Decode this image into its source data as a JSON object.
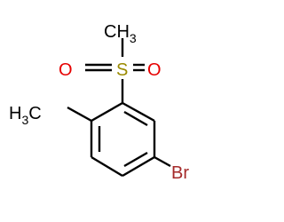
{
  "molecule": {
    "atoms": {
      "methyl_top": {
        "main": "CH",
        "sub": "3"
      },
      "sulfur": "S",
      "oxygen_left": "O",
      "oxygen_right": "O",
      "methyl_left": {
        "main": "H",
        "sub": "3",
        "tail": "C"
      },
      "bromine": "Br"
    }
  },
  "colors": {
    "bond": "#000000",
    "carbon": "#000000",
    "sulfur": "#9a8a00",
    "oxygen": "#e60000",
    "bromine": "#a52a2a"
  }
}
